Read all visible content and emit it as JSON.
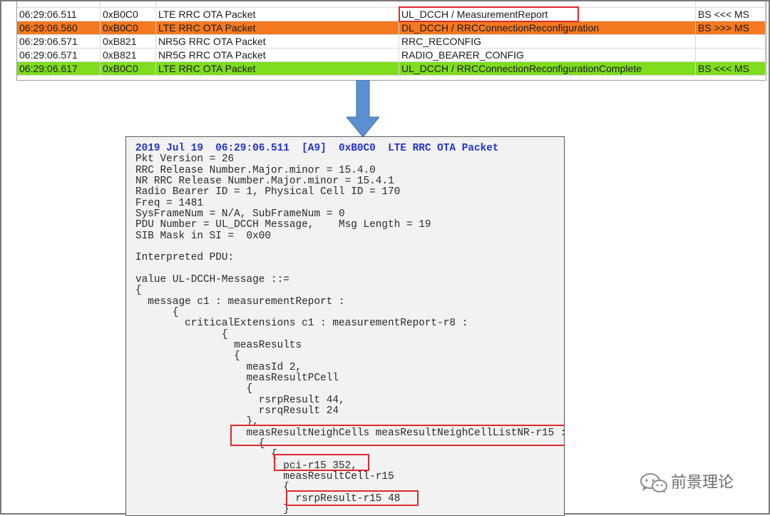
{
  "log_table": {
    "rows": [
      {
        "time": "06:29:06.511",
        "code": "0xB0C0",
        "type": "LTE RRC OTA Packet",
        "message": "UL_DCCH / MeasurementReport",
        "direction": "BS <<< MS",
        "highlight": "none"
      },
      {
        "time": "06:29:06.560",
        "code": "0xB0C0",
        "type": "LTE RRC OTA Packet",
        "message": "DL_DCCH / RRCConnectionReconfiguration",
        "direction": "BS >>> MS",
        "highlight": "orange"
      },
      {
        "time": "06:29:06.571",
        "code": "0xB821",
        "type": "NR5G RRC OTA Packet",
        "message": "RRC_RECONFIG",
        "direction": "",
        "highlight": "none"
      },
      {
        "time": "06:29:06.571",
        "code": "0xB821",
        "type": "NR5G RRC OTA Packet",
        "message": "RADIO_BEARER_CONFIG",
        "direction": "",
        "highlight": "none"
      },
      {
        "time": "06:29:06.617",
        "code": "0xB0C0",
        "type": "LTE RRC OTA Packet",
        "message": "UL_DCCH / RRCConnectionReconfigurationComplete",
        "direction": "BS <<< MS",
        "highlight": "green"
      }
    ],
    "colors": {
      "orange": "#f47920",
      "green": "#7fdc1e",
      "box": "#e0282e"
    }
  },
  "arrow": {
    "icon": "down-arrow-icon",
    "color": "#5b8fd0"
  },
  "code_panel": {
    "lines": [
      "2019 Jul 19  06:29:06.511  [A9]  0xB0C0  LTE RRC OTA Packet",
      "Pkt Version = 26",
      "RRC Release Number.Major.minor = 15.4.0",
      "NR RRC Release Number.Major.minor = 15.4.1",
      "Radio Bearer ID = 1, Physical Cell ID = 170",
      "Freq = 1481",
      "SysFrameNum = N/A, SubFrameNum = 0",
      "PDU Number = UL_DCCH Message,    Msg Length = 19",
      "SIB Mask in SI =  0x00",
      "",
      "Interpreted PDU:",
      "",
      "value UL-DCCH-Message ::=",
      "{",
      "  message c1 : measurementReport :",
      "      {",
      "        criticalExtensions c1 : measurementReport-r8 :",
      "              {",
      "                measResults",
      "                {",
      "                  measId 2,",
      "                  measResultPCell",
      "                  {",
      "                    rsrpResult 44,",
      "                    rsrqResult 24",
      "                  },",
      "                  measResultNeighCells measResultNeighCellListNR-r15 :",
      "                    {",
      "                      {",
      "                        pci-r15 352,",
      "                        measResultCell-r15",
      "                        {",
      "                          rsrpResult-r15 48",
      "                        }"
    ],
    "header_color": "#2233cc"
  },
  "watermark": {
    "icon": "wechat-icon",
    "text": "前景理论"
  }
}
